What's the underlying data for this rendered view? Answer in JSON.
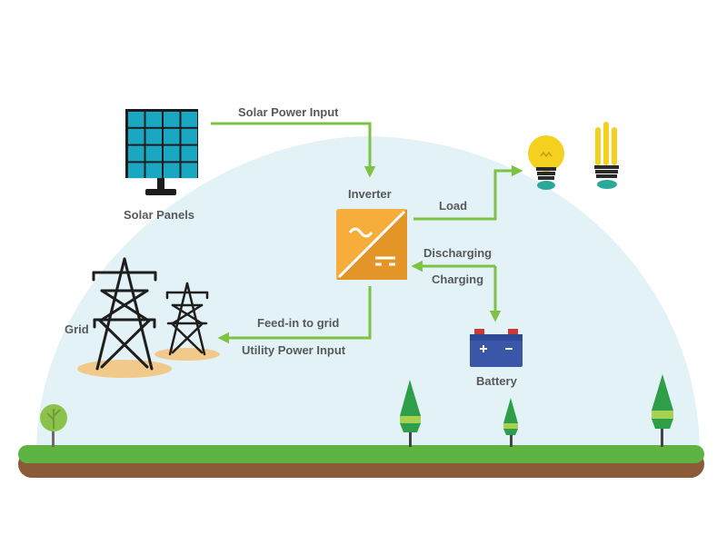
{
  "labels": {
    "solar_input": "Solar Power Input",
    "solar_panels": "Solar Panels",
    "inverter": "Inverter",
    "load": "Load",
    "discharging": "Discharging",
    "charging": "Charging",
    "grid": "Grid",
    "feed_in": "Feed-in to grid",
    "utility_input": "Utility Power Input",
    "battery": "Battery"
  },
  "colors": {
    "sky_dome": "#e3f2f6",
    "arrow": "#7dc242",
    "ground_grass": "#5db443",
    "ground_soil": "#8b5a36",
    "panel_cell": "#1aa7c2",
    "panel_frame": "#1c1c1c",
    "inverter_light": "#f6ad3c",
    "inverter_dark": "#e39527",
    "bulb": "#f4d11e",
    "battery": "#3a56a6",
    "battery_terminal": "#cc3a35",
    "tower": "#1e1e1e",
    "tower_base": "#f1c98b",
    "tree_green": "#2e9e48",
    "tree_band": "#a8d051",
    "label_text": "#58595b"
  },
  "icons": [
    "solar-panel-icon",
    "inverter-icon",
    "light-bulb-icon",
    "cfl-bulb-icon",
    "battery-icon",
    "transmission-tower-icon",
    "tree-icon"
  ]
}
